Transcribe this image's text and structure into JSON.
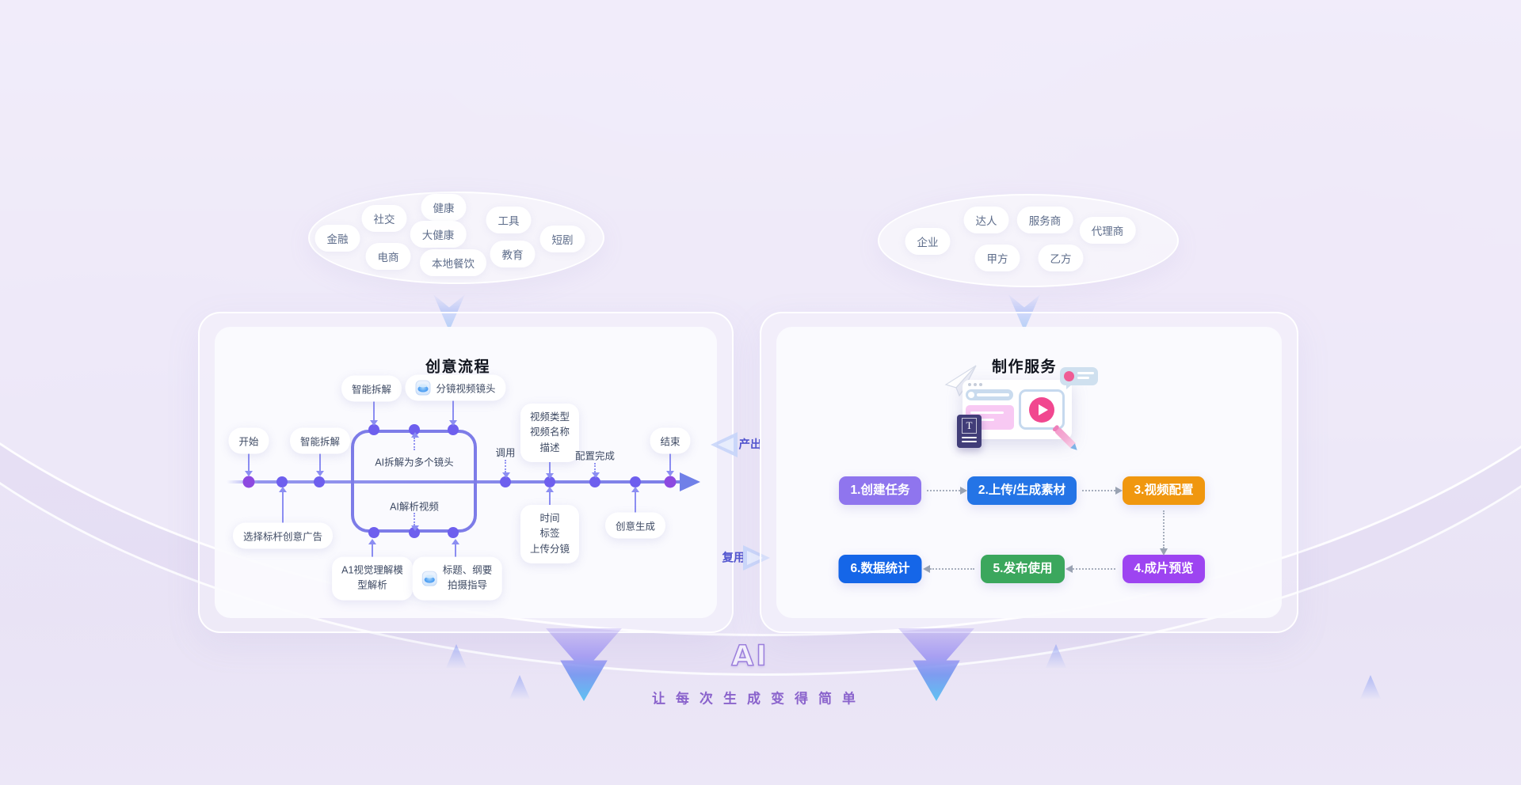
{
  "left_cloud": {
    "tags": [
      "社交",
      "健康",
      "工具",
      "金融",
      "大健康",
      "短剧",
      "电商",
      "本地餐饮",
      "教育"
    ]
  },
  "right_cloud": {
    "tags": [
      "企业",
      "达人",
      "服务商",
      "代理商",
      "甲方",
      "乙方"
    ]
  },
  "left_panel": {
    "title": "创意流程",
    "start": "开始",
    "smart_split_left": "智能拆解",
    "smart_split_top": "智能拆解",
    "storyboard_shots": "分镜视频镜头",
    "box_top_label": "AI拆解为多个镜头",
    "box_bottom_label": "AI解析视频",
    "invoke": "调用",
    "video_meta": "视频类型\n视频名称\n描述",
    "config_done": "配置完成",
    "end": "结束",
    "select_benchmark": "选择标杆创意广告",
    "visual_model": "A1视觉理解模\n型解析",
    "title_outline": "标题、纲要\n拍摄指导",
    "time_tags": "时间\n标签\n上传分镜",
    "creative_gen": "创意生成"
  },
  "middle": {
    "output": "产出",
    "reuse": "复用"
  },
  "right_panel": {
    "title": "制作服务",
    "steps": [
      {
        "label": "1.创建任务",
        "color": "#8f75ee"
      },
      {
        "label": "2.上传/生成素材",
        "color": "#2474e6"
      },
      {
        "label": "3.视频配置",
        "color": "#f0970f"
      },
      {
        "label": "4.成片预览",
        "color": "#9d44f1"
      },
      {
        "label": "5.发布使用",
        "color": "#3ba75d"
      },
      {
        "label": "6.数据统计",
        "color": "#1566e8"
      }
    ]
  },
  "footer": {
    "ai": "AI",
    "slogan": "让每次生成变得简单"
  },
  "colors": {
    "timeline": "#7e80e8",
    "dot": "#6e5fee",
    "dot_terminal": "#8d49e0",
    "flow_box_border": "#7d7ce8",
    "transfer_label": "#5356cf"
  }
}
